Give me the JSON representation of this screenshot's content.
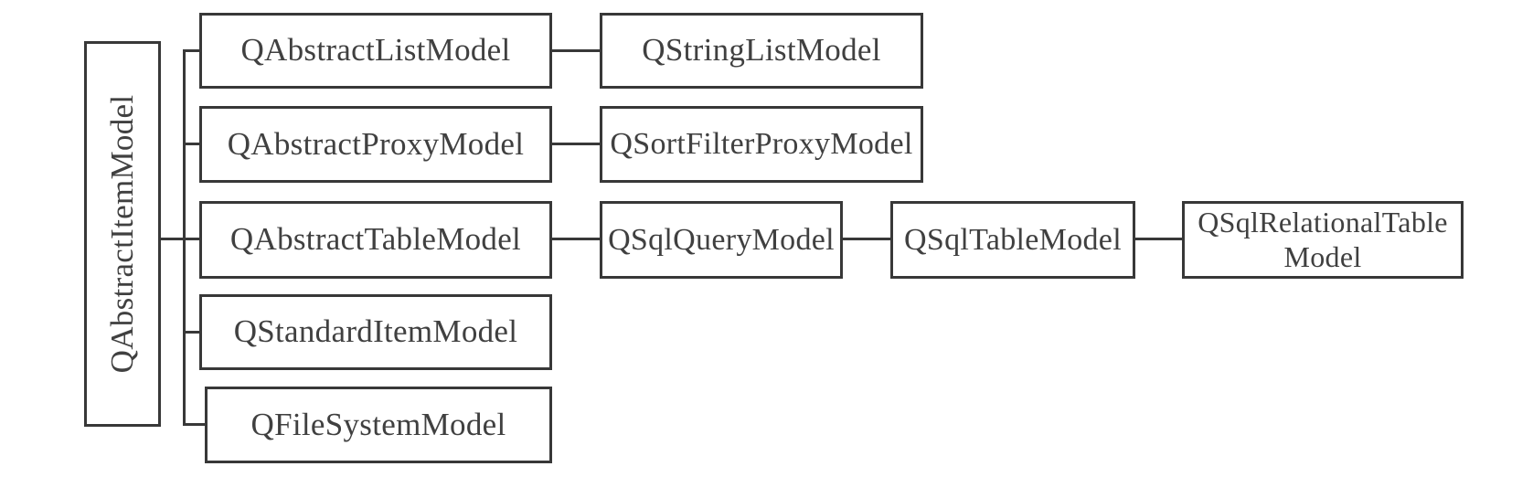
{
  "diagram": {
    "description": "Qt model/view class inheritance hierarchy diagram",
    "colors": {
      "background": "#ffffff",
      "line": "#383838",
      "text": "#404040"
    },
    "nodes": {
      "root": "QAbstractItemModel",
      "abstract_list": "QAbstractListModel",
      "abstract_proxy": "QAbstractProxyModel",
      "abstract_table": "QAbstractTableModel",
      "standard_item": "QStandardItemModel",
      "file_system": "QFileSystemModel",
      "string_list": "QStringListModel",
      "sort_filter_proxy": "QSortFilterProxyModel",
      "sql_query": "QSqlQueryModel",
      "sql_table": "QSqlTableModel",
      "sql_relational_table": "QSqlRelationalTableModel",
      "sql_relational_table_display": "QSqlRelationalTable\nModel"
    },
    "edges": [
      {
        "from": "QAbstractItemModel",
        "to": "QAbstractListModel"
      },
      {
        "from": "QAbstractItemModel",
        "to": "QAbstractProxyModel"
      },
      {
        "from": "QAbstractItemModel",
        "to": "QAbstractTableModel"
      },
      {
        "from": "QAbstractItemModel",
        "to": "QStandardItemModel"
      },
      {
        "from": "QAbstractItemModel",
        "to": "QFileSystemModel"
      },
      {
        "from": "QAbstractListModel",
        "to": "QStringListModel"
      },
      {
        "from": "QAbstractProxyModel",
        "to": "QSortFilterProxyModel"
      },
      {
        "from": "QAbstractTableModel",
        "to": "QSqlQueryModel"
      },
      {
        "from": "QSqlQueryModel",
        "to": "QSqlTableModel"
      },
      {
        "from": "QSqlTableModel",
        "to": "QSqlRelationalTableModel"
      }
    ]
  }
}
